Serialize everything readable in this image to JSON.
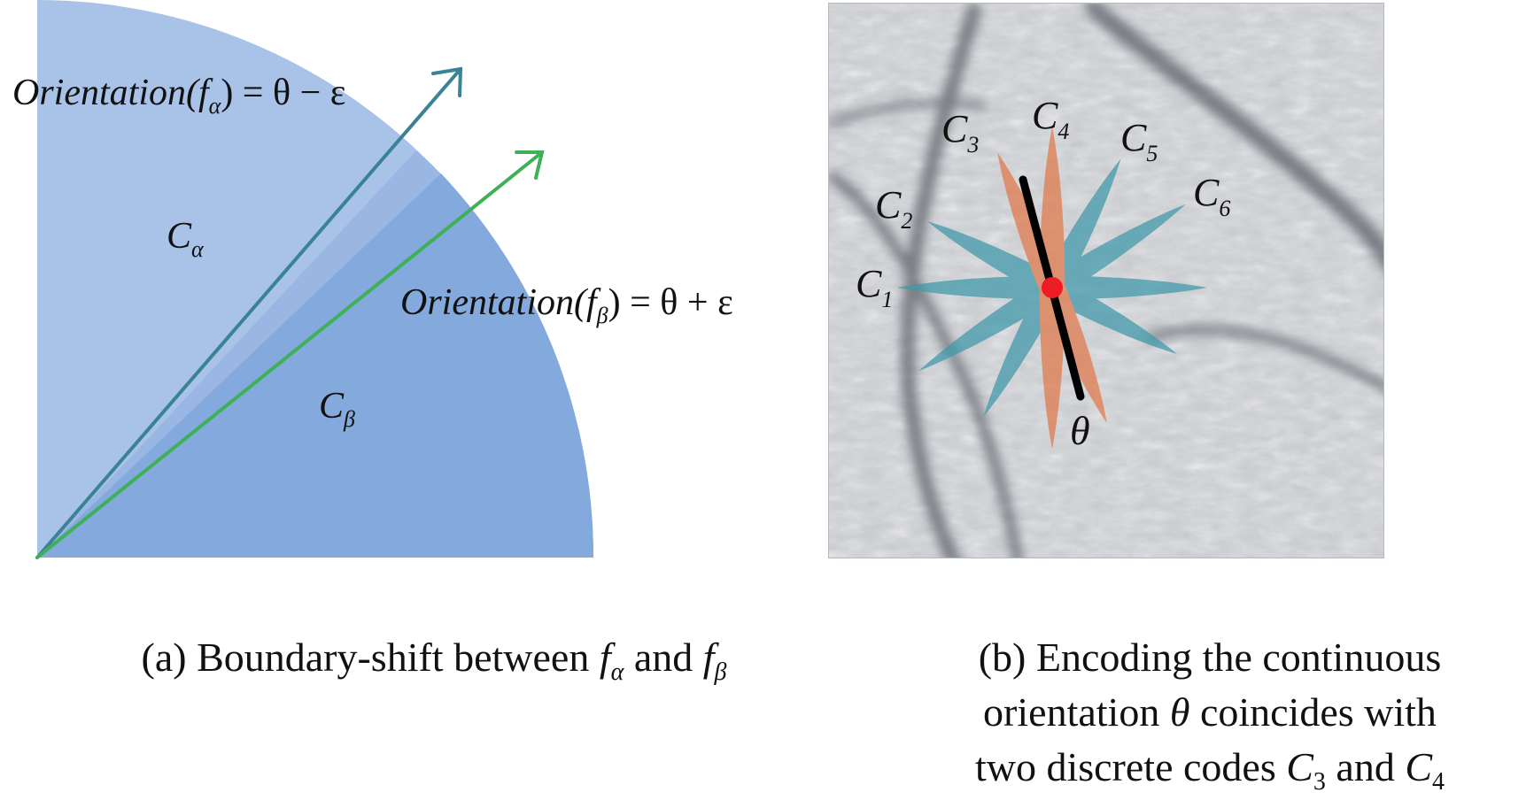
{
  "panel_a": {
    "region_alpha": {
      "letter": "C",
      "sub": "α",
      "color": "#a9c3e8"
    },
    "region_beta": {
      "letter": "C",
      "sub": "β",
      "color": "#84a9dd"
    },
    "overlap_color": "#9ab6e2",
    "arrow_alpha": {
      "label_prefix": "Orientation(",
      "f": "f",
      "sub": "α",
      "label_suffix": ") = θ − ε",
      "color": "#3a8296"
    },
    "arrow_beta": {
      "label_prefix": "Orientation(",
      "f": "f",
      "sub": "β",
      "label_suffix": ") = θ + ε",
      "color": "#3eb055"
    },
    "caption": {
      "prefix": "(a) Boundary-shift between ",
      "f1": "f",
      "sub1": "α",
      "mid": " and ",
      "f2": "f",
      "sub2": "β"
    }
  },
  "panel_b": {
    "background": "palmprint texture",
    "codes": [
      {
        "letter": "C",
        "sub": "1",
        "color": "#3f98aa"
      },
      {
        "letter": "C",
        "sub": "2",
        "color": "#3f98aa"
      },
      {
        "letter": "C",
        "sub": "3",
        "color": "#e0794a"
      },
      {
        "letter": "C",
        "sub": "4",
        "color": "#e0794a"
      },
      {
        "letter": "C",
        "sub": "5",
        "color": "#3f98aa"
      },
      {
        "letter": "C",
        "sub": "6",
        "color": "#3f98aa"
      }
    ],
    "theta_label": "θ",
    "theta_line_color": "#000000",
    "center_dot_color": "#ee1c24",
    "caption": {
      "line1": "(b) Encoding the continuous",
      "line2_prefix": "orientation ",
      "line2_theta": "θ",
      "line2_suffix": " coincides with",
      "line3_prefix": "two discrete codes ",
      "code_a": "C",
      "code_a_sub": "3",
      "line3_mid": " and ",
      "code_b": "C",
      "code_b_sub": "4"
    }
  }
}
